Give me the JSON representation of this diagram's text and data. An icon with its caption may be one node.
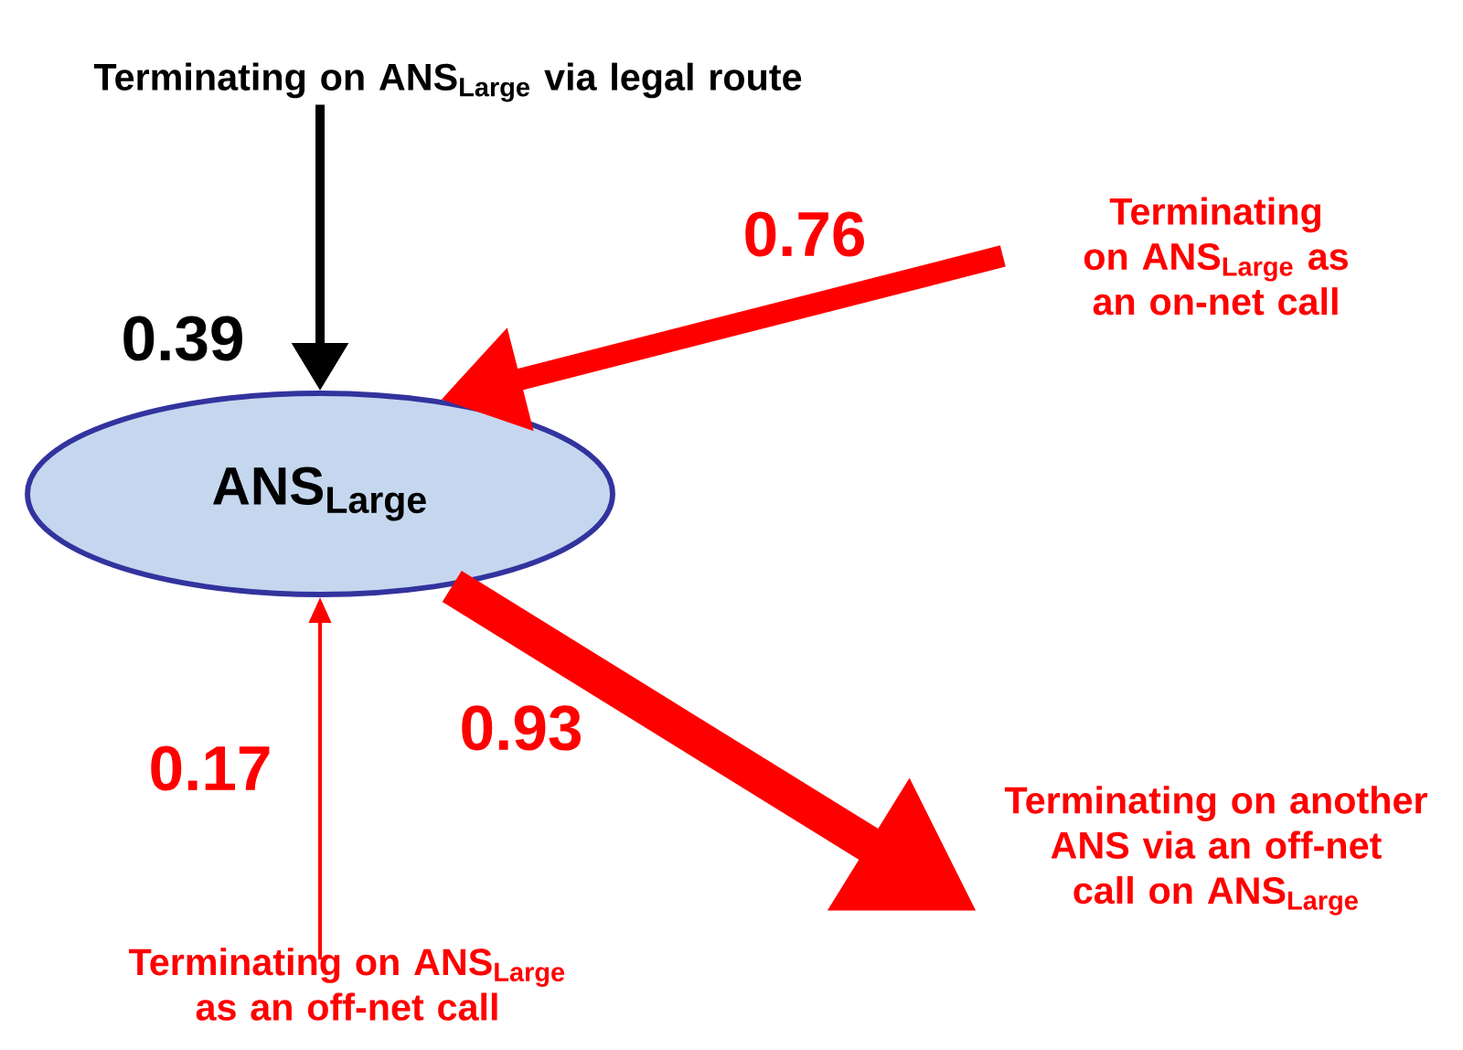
{
  "diagram": {
    "nodes": [
      {
        "text": [
          "Terminating on ANS$_{Large}$ via legal route"
        ]
      },
      {
        "text": [
          "Terminating on ANS$_{Large}$ as an on-net call"
        ]
      },
      {
        "text": [
          "ANS$_{Large}$"
        ]
      },
      {
        "text": [
          "Terminating on ANS$_{Large}$ as an off-net call"
        ]
      },
      {
        "text": [
          "Terminating on another ANS via an off-net call on ANS$_{Large}$"
        ]
      }
    ],
    "edges": [
      {
        "from": 0,
        "to": 2,
        "arrow": "to",
        "label": "0.39",
        "color": "#000000"
      },
      {
        "from": 1,
        "to": 2,
        "arrow": "to",
        "label": "0.76",
        "style": "thick"
      },
      {
        "from": 3,
        "to": 2,
        "arrow": "to",
        "label": "0.17"
      },
      {
        "from": 2,
        "to": 4,
        "arrow": "to",
        "label": "0.93",
        "style": "thick"
      }
    ]
  }
}
